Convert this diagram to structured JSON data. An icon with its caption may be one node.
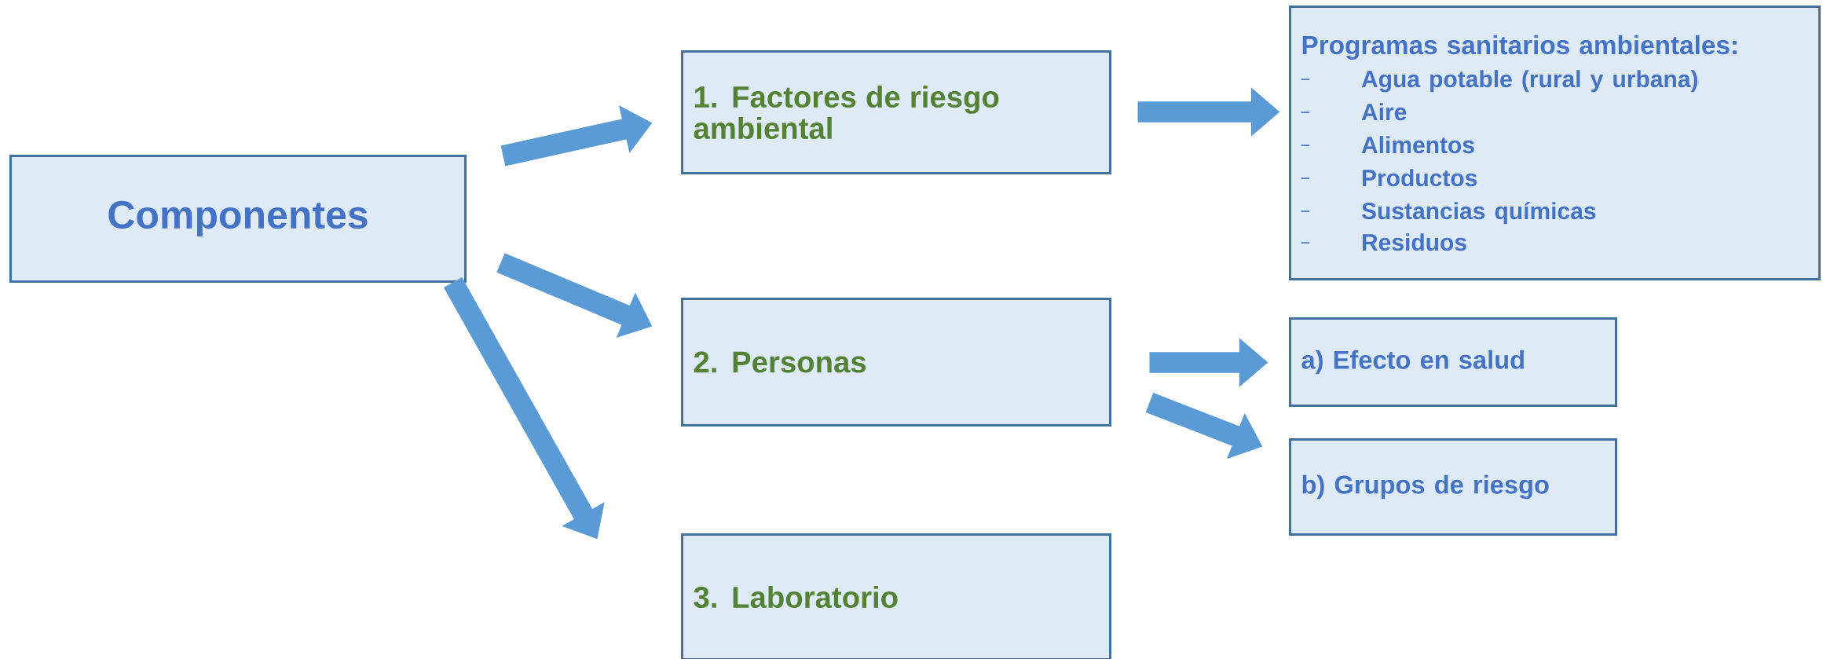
{
  "diagram": {
    "nodes": [
      {
        "text": [
          "Componentes"
        ]
      },
      {
        "text": [
          "1. Factores de riesgo ambiental"
        ]
      },
      {
        "text": [
          "Programas sanitarios ambientales:",
          "Agua potable (rural y urbana)",
          "Aire",
          "Alimentos",
          "Productos",
          "Sustancias químicas",
          "Residuos"
        ]
      },
      {
        "text": [
          "2. Personas"
        ]
      },
      {
        "text": [
          "a) Efecto en salud"
        ]
      },
      {
        "text": [
          "b) Grupos de riesgo"
        ]
      },
      {
        "text": [
          "3. Laboratorio"
        ]
      }
    ],
    "edges": [
      {
        "from": 0,
        "to": 1,
        "arrow": "to"
      },
      {
        "from": 0,
        "to": 3,
        "arrow": "to"
      },
      {
        "from": 0,
        "to": 6,
        "arrow": "to"
      },
      {
        "from": 1,
        "to": 2,
        "arrow": "to"
      },
      {
        "from": 3,
        "to": 4,
        "arrow": "to"
      },
      {
        "from": 3,
        "to": 5,
        "arrow": "to"
      }
    ]
  }
}
